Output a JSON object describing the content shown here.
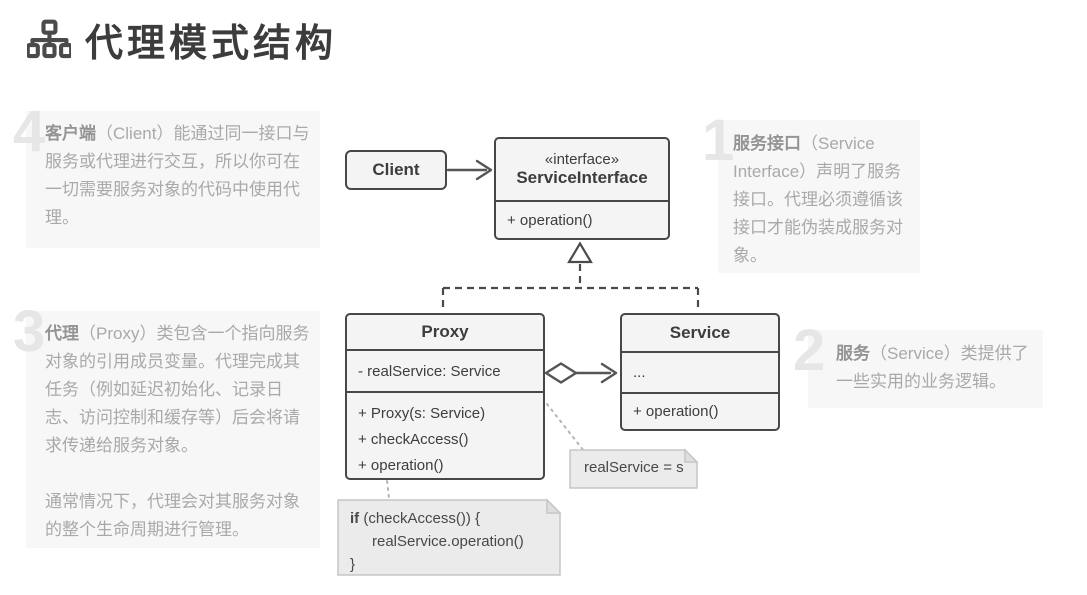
{
  "page": {
    "title": "代理模式结构",
    "title_icon": "sitemap-icon",
    "background": "#ffffff"
  },
  "colors": {
    "box_border": "#474747",
    "box_fill": "#f4f4f4",
    "note_fill": "#ebebeb",
    "note_border": "#c6c6c6",
    "note_fold": "#dedede",
    "panel_bg": "#f7f7f7",
    "callout_number": "#e6e6e6",
    "callout_text": "#a9a9a9",
    "diagram_text": "#3d3d3d",
    "connector": "#4a4a4a",
    "note_connector": "#b5b5b5"
  },
  "callouts": {
    "c1": {
      "number": "1",
      "lead": "服务接口",
      "text": "（Service Interface）声明了服务接口。代理必须遵循该接口才能伪装成服务对象。"
    },
    "c2": {
      "number": "2",
      "lead": "服务",
      "text": "（Service）类提供了一些实用的业务逻辑。"
    },
    "c3": {
      "number": "3",
      "lead": "代理",
      "text": "（Proxy）类包含一个指向服务对象的引用成员变量。代理完成其任务（例如延迟初始化、记录日志、访问控制和缓存等）后会将请求传递给服务对象。",
      "text2": "通常情况下，代理会对其服务对象的整个生命周期进行管理。"
    },
    "c4": {
      "number": "4",
      "lead": "客户端",
      "text": "（Client）能通过同一接口与服务或代理进行交互，所以你可在一切需要服务对象的代码中使用代理。"
    }
  },
  "diagram": {
    "client": {
      "name": "Client"
    },
    "interface": {
      "stereotype": "«interface»",
      "name": "ServiceInterface",
      "method": "+ operation()"
    },
    "proxy": {
      "name": "Proxy",
      "field": "- realService: Service",
      "methods": [
        "+ Proxy(s: Service)",
        "+ checkAccess()",
        "+ operation()"
      ]
    },
    "service": {
      "name": "Service",
      "field": "...",
      "method": "+ operation()"
    },
    "notes": {
      "assign": "realService = s",
      "code_if": "if",
      "code_line1_rest": " (checkAccess()) {",
      "code_line2": "realService.operation()",
      "code_line3": "}"
    }
  }
}
